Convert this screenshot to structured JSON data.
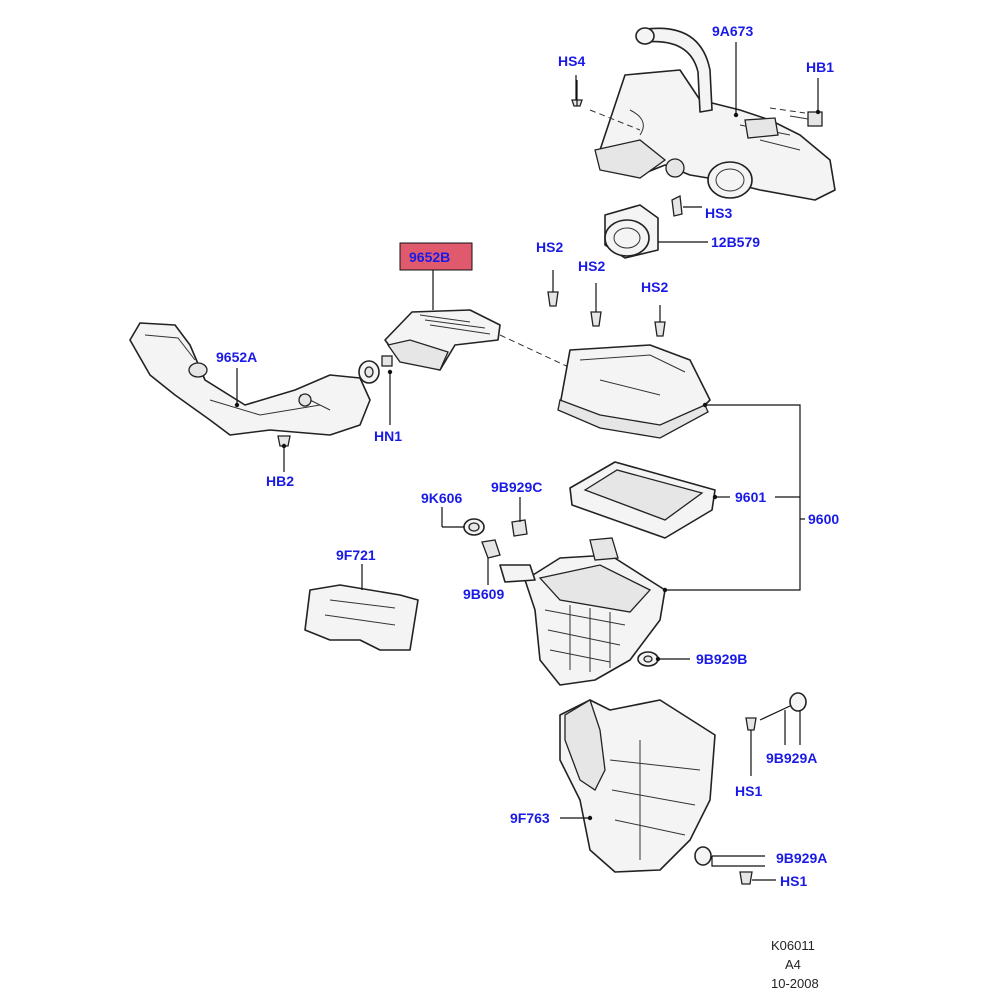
{
  "highlight": {
    "fill": "#e05a6e",
    "text_color": "#1a1ae6"
  },
  "labels": {
    "9A673": "9A673",
    "HB1": "HB1",
    "HS4": "HS4",
    "HS3": "HS3",
    "12B579": "12B579",
    "9652B": "9652B",
    "HS2_a": "HS2",
    "HS2_b": "HS2",
    "HS2_c": "HS2",
    "9652A": "9652A",
    "HN1": "HN1",
    "HB2": "HB2",
    "9601": "9601",
    "9600": "9600",
    "9K606": "9K606",
    "9B929C": "9B929C",
    "9B609": "9B609",
    "9F721": "9F721",
    "9B929B": "9B929B",
    "9B929A_a": "9B929A",
    "HS1_a": "HS1",
    "9F763": "9F763",
    "9B929A_b": "9B929A",
    "HS1_b": "HS1"
  },
  "footer": {
    "code": "K06011",
    "size": "A4",
    "date": "10-2008"
  }
}
